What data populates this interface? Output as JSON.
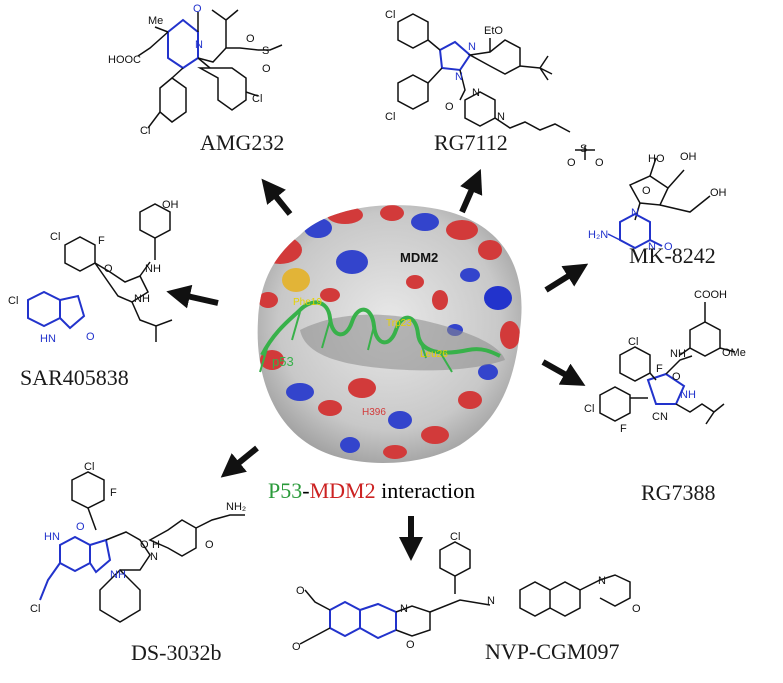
{
  "center": {
    "protein_label": "MDM2",
    "peptide_label": "p53",
    "residues": [
      "Phe19",
      "Trp23",
      "Leu26"
    ],
    "site_residue": "H396",
    "caption_part1": "P53",
    "caption_sep": "-",
    "caption_part2": "MDM2",
    "caption_part3": " interaction"
  },
  "compounds": [
    {
      "name": "AMG232"
    },
    {
      "name": "RG7112"
    },
    {
      "name": "MK-8242"
    },
    {
      "name": "RG7388"
    },
    {
      "name": "NVP-CGM097"
    },
    {
      "name": "DS-3032b"
    },
    {
      "name": "SAR405838"
    }
  ],
  "atoms": {
    "amg": {
      "me": "Me",
      "o": "O",
      "n": "N",
      "s": "S",
      "o1": "O",
      "o2": "O",
      "cooh": "HOOC",
      "cl1": "Cl",
      "cl2": "Cl"
    },
    "rg7112": {
      "cl1": "Cl",
      "cl2": "Cl",
      "eto": "EtO",
      "n1": "N",
      "n2": "N",
      "n3": "N",
      "n4": "N",
      "o": "O",
      "s": "S",
      "o1": "O",
      "o2": "O"
    },
    "mk": {
      "ho": "HO",
      "oh1": "OH",
      "oh2": "OH",
      "o": "O",
      "n1": "N",
      "n2": "N",
      "nh2": "H₂N",
      "o2": "O"
    },
    "rg7388": {
      "cooh": "COOH",
      "cl1": "Cl",
      "f1": "F",
      "nh": "NH",
      "o": "O",
      "ome": "OMe",
      "cl2": "Cl",
      "f2": "F",
      "nh2": "NH",
      "cn": "CN"
    },
    "nvp": {
      "cl": "Cl",
      "n1": "N",
      "n2": "N",
      "n3": "N",
      "o1": "O",
      "o2": "O",
      "o3": "O",
      "o4": "O"
    },
    "ds": {
      "cl1": "Cl",
      "f": "F",
      "hn": "HN",
      "o": "O",
      "o2": "O",
      "nh": "NH",
      "nh2": "NH₂",
      "h": "H",
      "n": "N",
      "o3": "O",
      "cl2": "Cl"
    },
    "sar": {
      "oh": "OH",
      "cl1": "Cl",
      "f": "F",
      "nh": "NH",
      "o": "O",
      "nh2": "NH",
      "cl2": "Cl",
      "hn": "HN",
      "o2": "O"
    }
  },
  "colors": {
    "scaffold_blue": "#2233cc",
    "p53_green": "#2a9a3a",
    "mdm2_red": "#cc2222",
    "arrow": "#111111",
    "residue_yellow": "#e6d200"
  }
}
